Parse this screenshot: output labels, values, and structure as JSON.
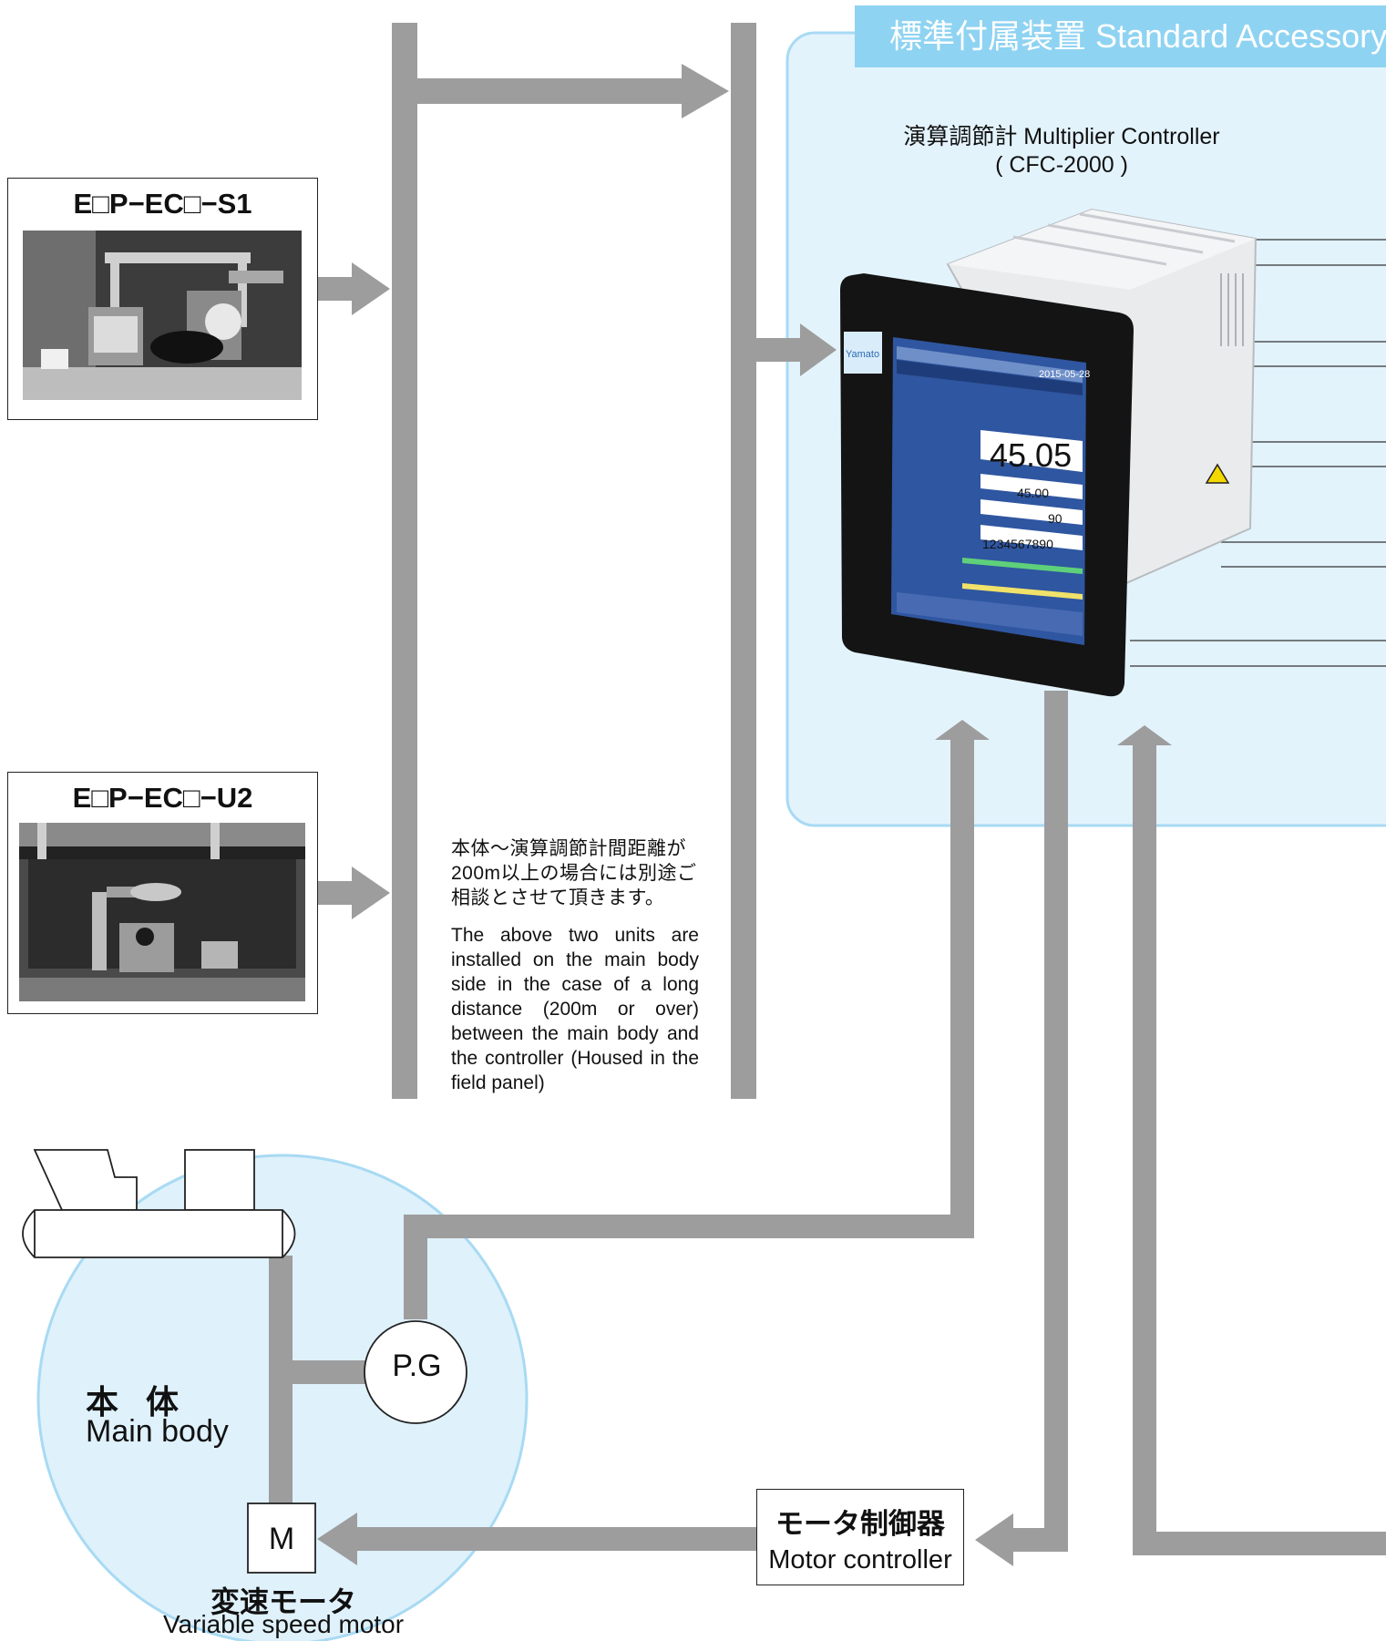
{
  "header": {
    "accessory_label": "標準付属装置 Standard Accessory"
  },
  "controller": {
    "name": "演算調節計 Multiplier Controller",
    "model": "( CFC-2000 )",
    "brand": "Yamato",
    "screen_date": "2015-05-28",
    "display_main": "45.05",
    "display_rows": [
      "45.00",
      "90",
      "1234567890"
    ]
  },
  "devices": [
    {
      "label": "E□P−EC□−S1"
    },
    {
      "label": "E□P−EC□−U2"
    }
  ],
  "note": {
    "ja": "本体～演算調節計間距離が200m以上の場合には別途ご相談とさせて頂きます。",
    "en": "The above two units are installed on the main body side in the case of a long distance (200m or over) between the main body and the controller (Housed in the field panel)"
  },
  "main_body": {
    "label_ja": "本 体",
    "label_en": "Main body"
  },
  "pulse_generator": {
    "label": "P.G"
  },
  "motor": {
    "label": "M",
    "name_ja": "変速モータ",
    "name_en": "Variable speed motor"
  },
  "motor_controller": {
    "label_ja": "モータ制御器",
    "label_en": "Motor controller"
  },
  "colors": {
    "connector": "#9d9d9d",
    "accessory_panel": "#e3f3fc",
    "panel_header": "#8fd3f2",
    "main_body_circle": "#dff1fb"
  }
}
